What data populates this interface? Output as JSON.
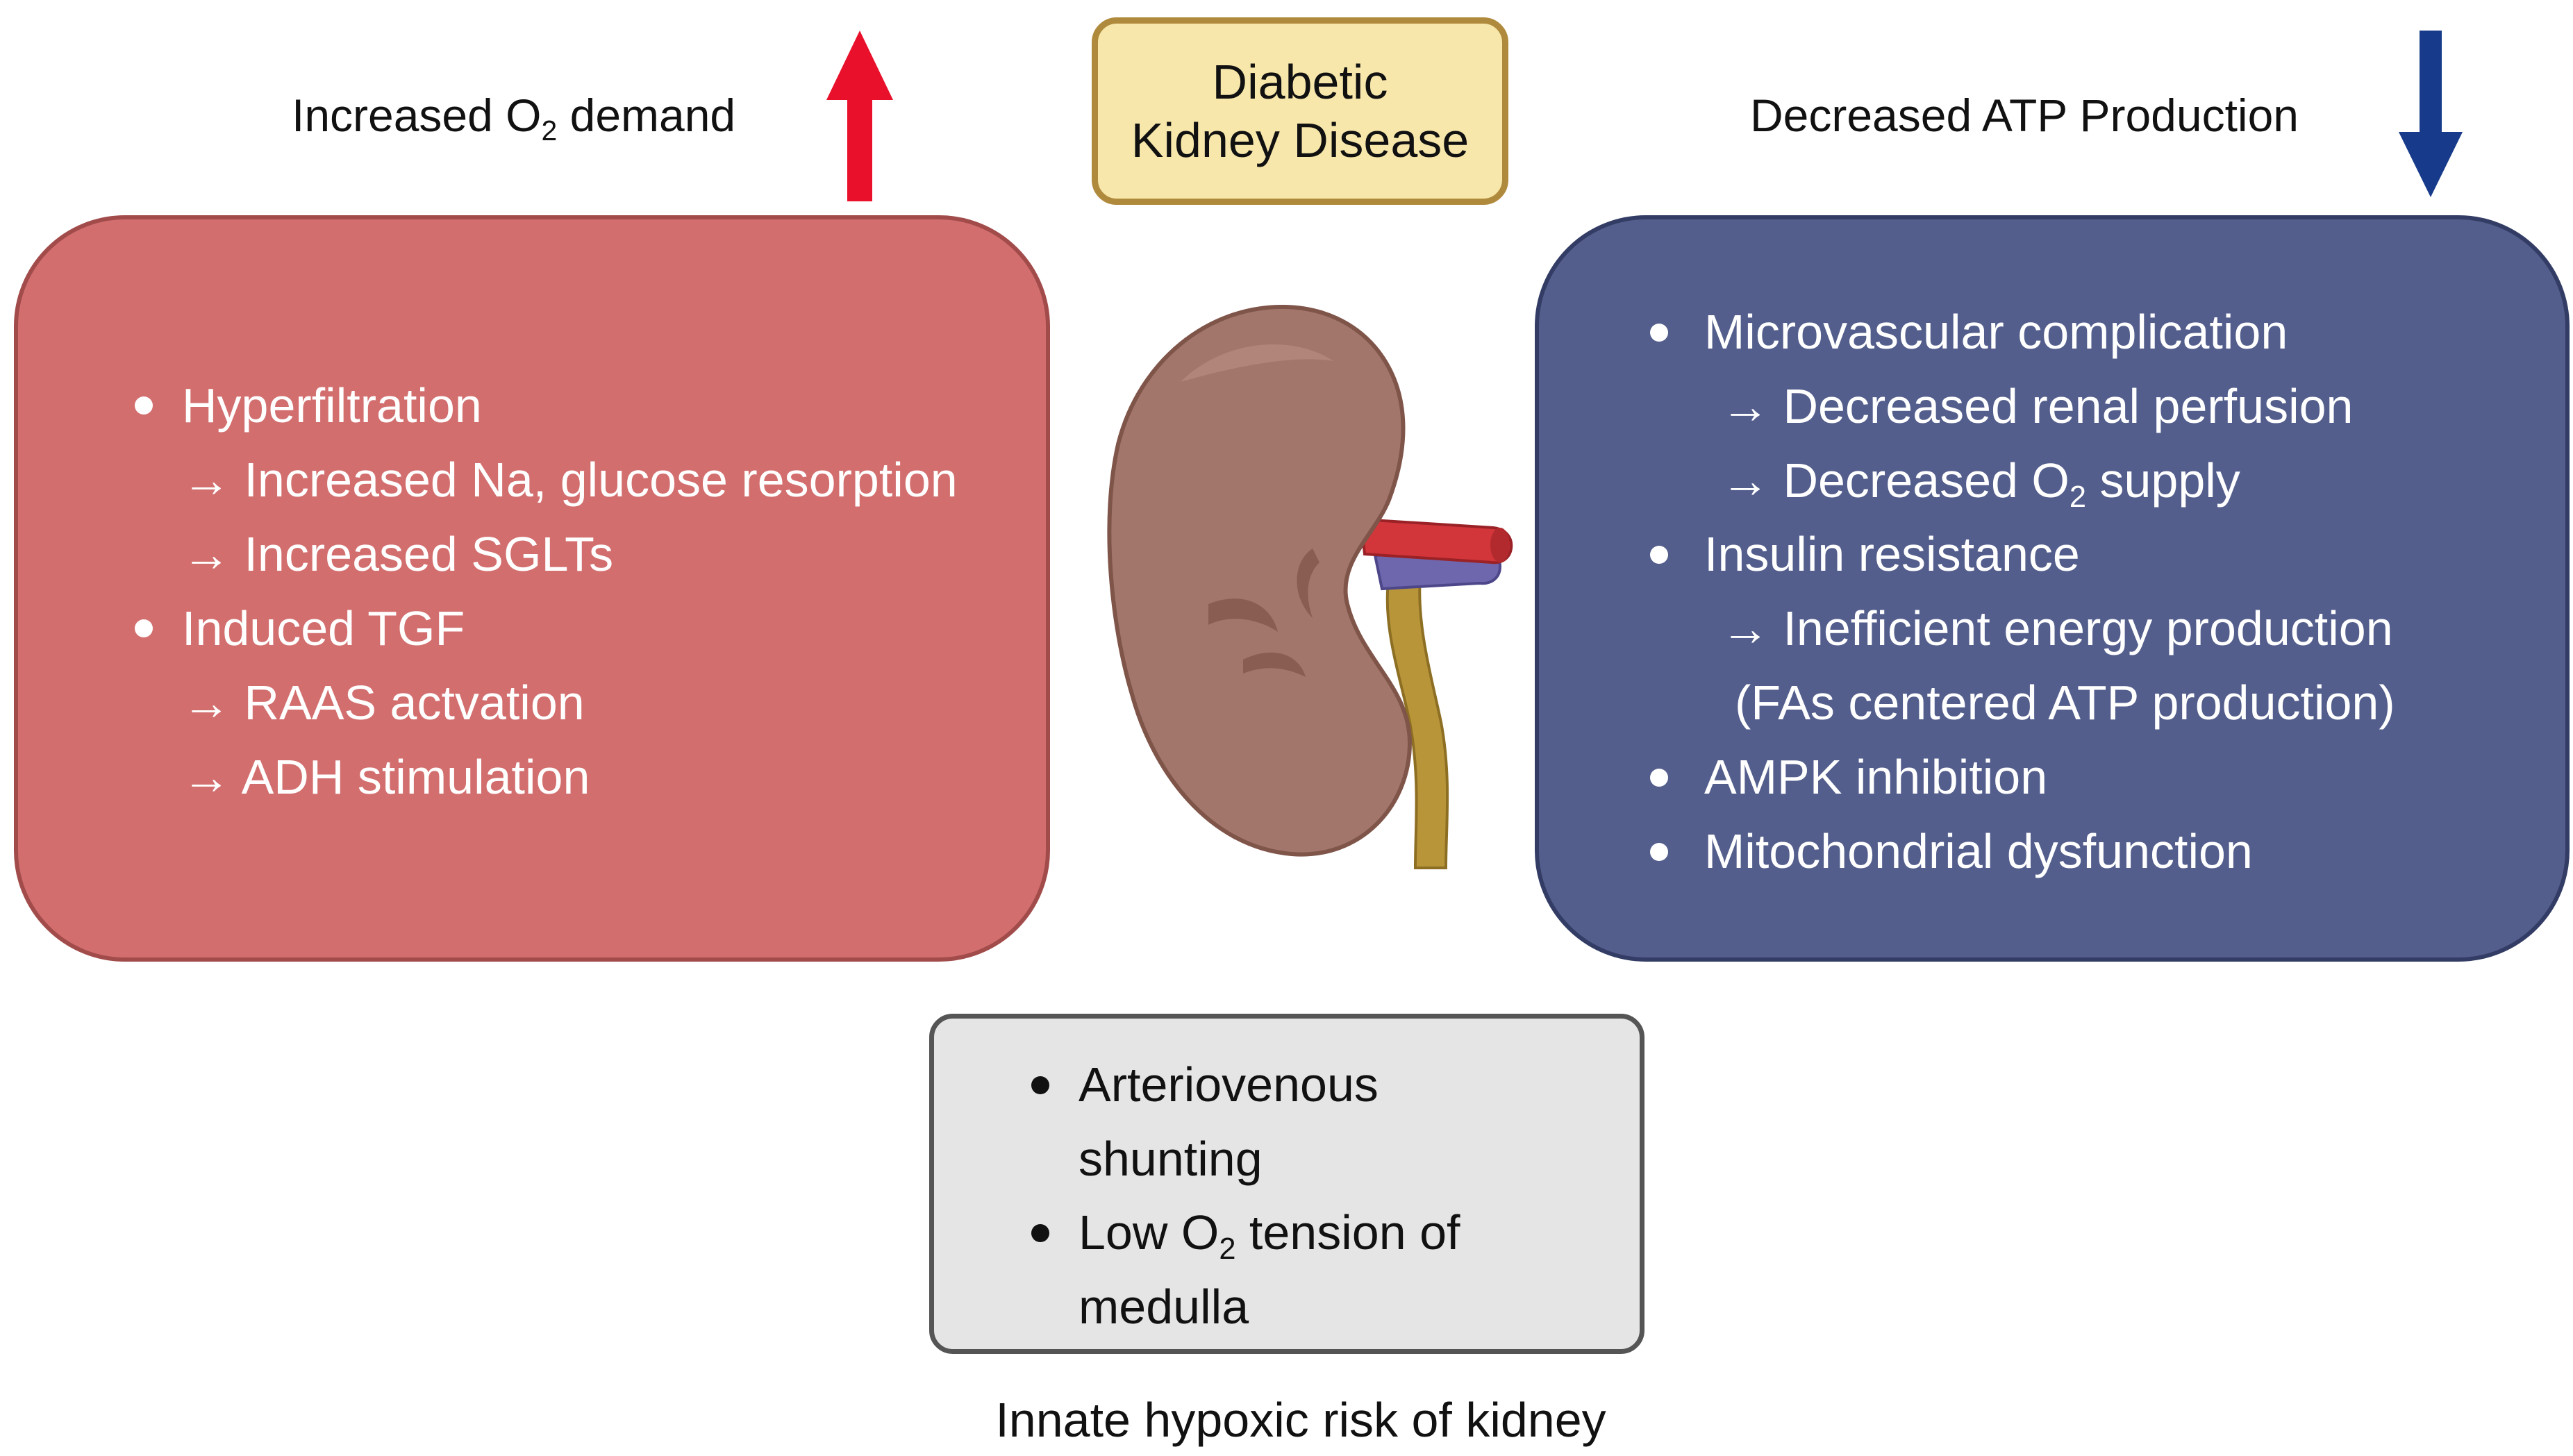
{
  "title": {
    "line1": "Diabetic",
    "line2": "Kidney Disease"
  },
  "left_header": {
    "text_pre": "Increased O",
    "text_sub": "2",
    "text_post": " demand",
    "arrow": "up-arrow",
    "arrow_color": "#e8102a"
  },
  "right_header": {
    "text": "Decreased ATP Production",
    "arrow": "down-arrow",
    "arrow_color": "#173a8a"
  },
  "left_panel": {
    "color": "#d36e6e",
    "items": [
      {
        "bullet": true,
        "text": "Hyperfiltration"
      },
      {
        "bullet": false,
        "text": "→ Increased Na, glucose resorption"
      },
      {
        "bullet": false,
        "text": "→ Increased SGLTs"
      },
      {
        "bullet": true,
        "text": "Induced TGF"
      },
      {
        "bullet": false,
        "text": "→ RAAS actvation"
      },
      {
        "bullet": false,
        "text": "→ ADH stimulation"
      }
    ]
  },
  "right_panel": {
    "color": "#535e8c",
    "items": [
      {
        "bullet": true,
        "text": "Microvascular complication"
      },
      {
        "bullet": false,
        "text": "→ Decreased renal perfusion"
      },
      {
        "bullet": false,
        "text_pre": "→ Decreased O",
        "text_sub": "2",
        "text_post": " supply"
      },
      {
        "bullet": true,
        "text": "Insulin resistance"
      },
      {
        "bullet": false,
        "text": "→ Inefficient energy production"
      },
      {
        "bullet": false,
        "text": "(FAs centered ATP production)"
      },
      {
        "bullet": true,
        "text": "AMPK inhibition"
      },
      {
        "bullet": true,
        "text": "Mitochondrial dysfunction"
      }
    ]
  },
  "bottom_panel": {
    "items": [
      {
        "bullet": true,
        "text": "Arteriovenous"
      },
      {
        "bullet": false,
        "text": "shunting"
      },
      {
        "bullet": true,
        "text_pre": "Low O",
        "text_sub": "2",
        "text_post": " tension of"
      },
      {
        "bullet": false,
        "text": "medulla"
      }
    ],
    "caption": "Innate hypoxic risk of kidney"
  },
  "kidney": {
    "icon": "kidney-icon",
    "colors": {
      "kidney": "#a3766b",
      "artery": "#d2363a",
      "vein": "#6e67ad",
      "ureter": "#b9953a"
    }
  }
}
